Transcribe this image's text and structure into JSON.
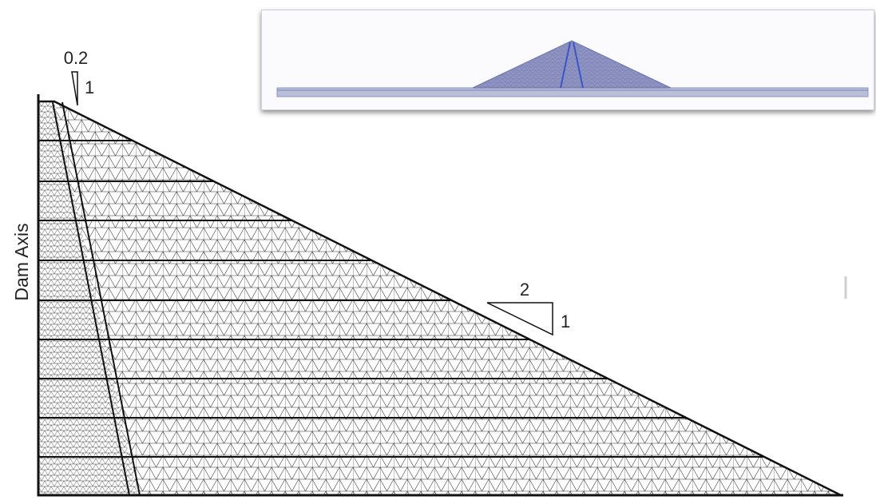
{
  "axis_label": "Dam Axis",
  "core_slope": {
    "horizontal": "0.2",
    "vertical": "1"
  },
  "shell_slope": {
    "horizontal": "2",
    "vertical": "1"
  },
  "colors": {
    "mesh_line": "#2a2a2a",
    "inset_mesh": "#6e78b4",
    "inset_core": "#3b56c9",
    "inset_fill": "#8b90bd"
  }
}
